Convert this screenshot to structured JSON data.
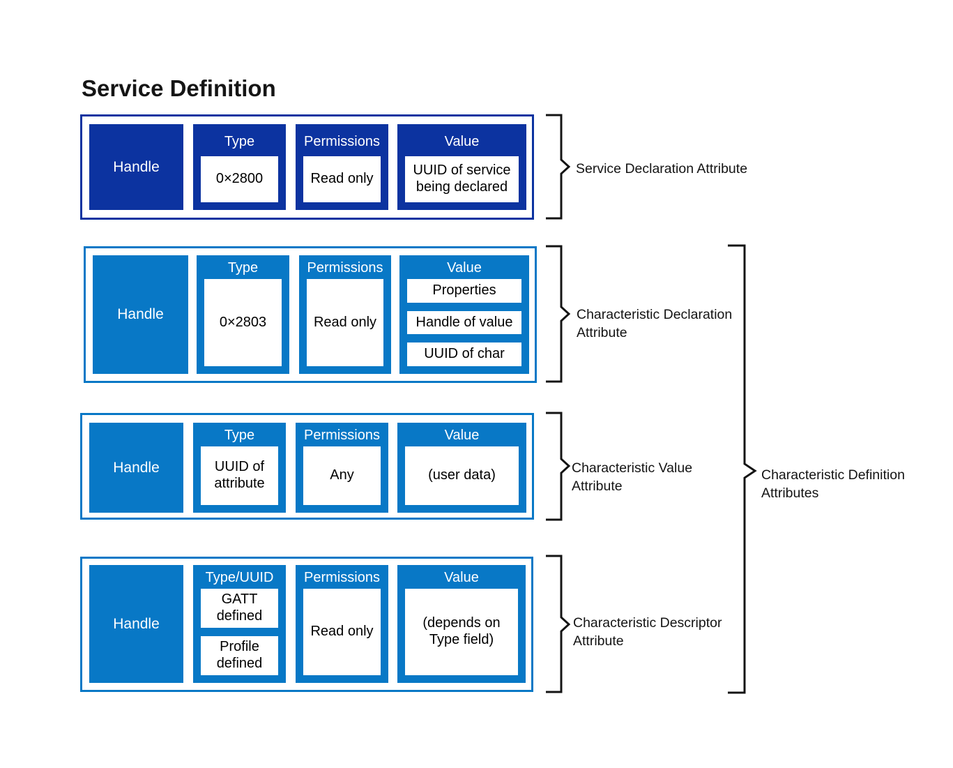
{
  "title": "Service Definition",
  "colors": {
    "dark_blue": "#0c33a0",
    "light_blue": "#0878c6",
    "label_ink": "#141414"
  },
  "rows": [
    {
      "handle": "Handle",
      "columns": [
        {
          "header": "Type",
          "boxes": [
            "0×2800"
          ]
        },
        {
          "header": "Permissions",
          "boxes": [
            "Read only"
          ]
        },
        {
          "header": "Value",
          "boxes": [
            "UUID of service\nbeing declared"
          ]
        }
      ],
      "label": "Service Declaration Attribute"
    },
    {
      "handle": "Handle",
      "columns": [
        {
          "header": "Type",
          "boxes": [
            "0×2803"
          ]
        },
        {
          "header": "Permissions",
          "boxes": [
            "Read only"
          ]
        },
        {
          "header": "Value",
          "boxes": [
            "Properties",
            "Handle of value",
            "UUID of char"
          ]
        }
      ],
      "label": "Characteristic Declaration\nAttribute"
    },
    {
      "handle": "Handle",
      "columns": [
        {
          "header": "Type",
          "boxes": [
            "UUID of\nattribute"
          ]
        },
        {
          "header": "Permissions",
          "boxes": [
            "Any"
          ]
        },
        {
          "header": "Value",
          "boxes": [
            "(user data)"
          ]
        }
      ],
      "label": "Characteristic Value\nAttribute"
    },
    {
      "handle": "Handle",
      "columns": [
        {
          "header": "Type/UUID",
          "boxes": [
            "GATT\ndefined",
            "Profile\ndefined"
          ]
        },
        {
          "header": "Permissions",
          "boxes": [
            "Read only"
          ]
        },
        {
          "header": "Value",
          "boxes": [
            "(depends on\nType field)"
          ]
        }
      ],
      "label": "Characteristic Descriptor\nAttribute"
    }
  ],
  "big_bracket_label": "Characteristic Definition\nAttributes"
}
